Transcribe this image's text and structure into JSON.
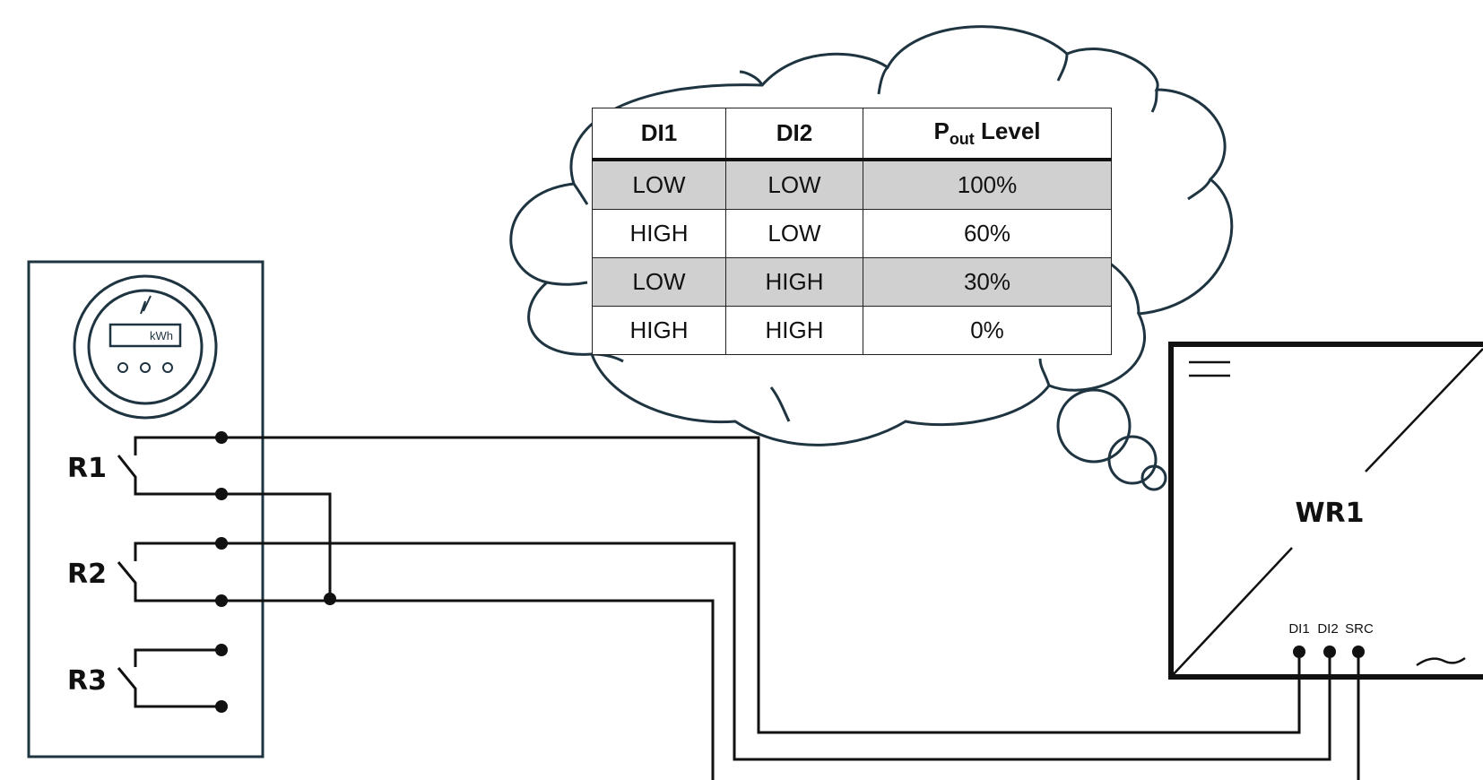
{
  "meter": {
    "display_unit": "kWh",
    "relays": [
      {
        "label": "R1"
      },
      {
        "label": "R2"
      },
      {
        "label": "R3"
      }
    ]
  },
  "inverter": {
    "label": "WR1",
    "terminals": [
      "DI1",
      "DI2",
      "SRC"
    ]
  },
  "table": {
    "headers": [
      "DI1",
      "DI2",
      "P",
      "out",
      " Level"
    ],
    "rows": [
      {
        "di1": "LOW",
        "di2": "LOW",
        "level": "100%"
      },
      {
        "di1": "HIGH",
        "di2": "LOW",
        "level": "60%"
      },
      {
        "di1": "LOW",
        "di2": "HIGH",
        "level": "30%"
      },
      {
        "di1": "HIGH",
        "di2": "HIGH",
        "level": "0%"
      }
    ]
  },
  "colors": {
    "line": "#111111",
    "box_border": "#1f3441",
    "row_shade": "#d0d0d0"
  }
}
